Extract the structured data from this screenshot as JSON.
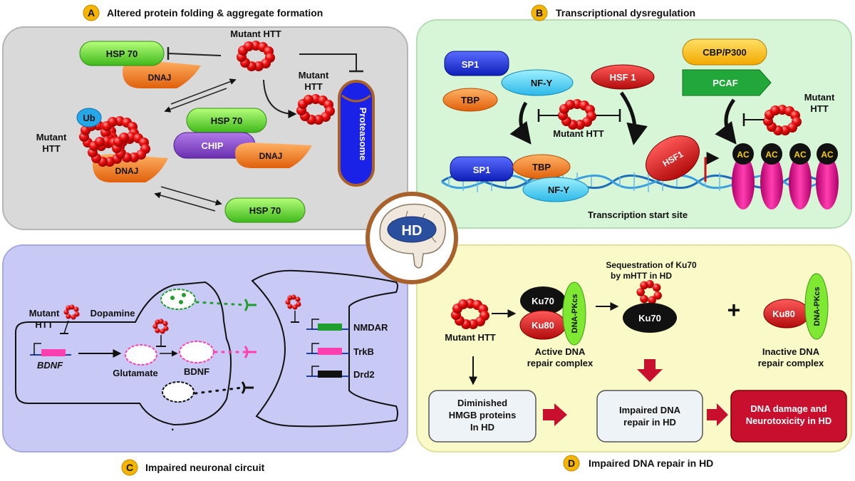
{
  "center": {
    "label": "HD"
  },
  "panelA": {
    "badge": "A",
    "title": "Altered protein folding & aggregate formation",
    "hsp70_top": "HSP 70",
    "dnaj_top": "DNAJ",
    "mutant_htt_top": "Mutant HTT",
    "mutant_htt_mid_1": "Mutant",
    "mutant_htt_mid_2": "HTT",
    "proteasome": "Proteasome",
    "ub": "Ub",
    "mutant_htt_left_1": "Mutant",
    "mutant_htt_left_2": "HTT",
    "dnaj_left": "DNAJ",
    "hsp70_mid": "HSP 70",
    "chip": "CHIP",
    "dnaj_mid": "DNAJ",
    "hsp70_bottom": "HSP 70"
  },
  "panelB": {
    "badge": "B",
    "title": "Transcriptional dysregulation",
    "sp1_top": "SP1",
    "nfy_top": "NF-Y",
    "tbp_top": "TBP",
    "hsf1_top": "HSF 1",
    "cbp": "CBP/P300",
    "pcaf": "PCAF",
    "mutant_htt_center": "Mutant HTT",
    "mutant_htt_right_1": "Mutant",
    "mutant_htt_right_2": "HTT",
    "sp1_bottom": "SP1",
    "tbp_bottom": "TBP",
    "nfy_bottom": "NF-Y",
    "hsf1_bottom": "HSF1",
    "ac": "AC",
    "tss": "Transcription start site"
  },
  "panelC": {
    "badge": "C",
    "title": "Impaired neuronal circuit",
    "mutant_htt_1": "Mutant",
    "mutant_htt_2": "HTT",
    "dopamine": "Dopamine",
    "bdnf_gene": "BDNF",
    "glutamate": "Glutamate",
    "bdnf_protein": "BDNF",
    "nmdar": "NMDAR",
    "trkb": "TrkB",
    "drd2": "Drd2",
    "dot": "."
  },
  "panelD": {
    "badge": "D",
    "title": "Impaired DNA repair in HD",
    "mutant_htt": "Mutant HTT",
    "ku70": "Ku70",
    "ku80": "Ku80",
    "dnapkcs": "DNA-PKcs",
    "active_1": "Active DNA",
    "active_2": "repair complex",
    "seq_1": "Sequestration of Ku70",
    "seq_2": "by mHTT in HD",
    "ku70_seq": "Ku70",
    "plus": "+",
    "ku80_inactive": "Ku80",
    "dnapkcs_inactive": "DNA-PKcs",
    "inactive_1": "Inactive DNA",
    "inactive_2": "repair complex",
    "hmgb_1": "Diminished",
    "hmgb_2": "HMGB proteins",
    "hmgb_3": "In HD",
    "impaired_1": "Impaired DNA",
    "impaired_2": "repair in HD",
    "damage_1": "DNA damage and",
    "damage_2": "Neurotoxicity in HD"
  }
}
